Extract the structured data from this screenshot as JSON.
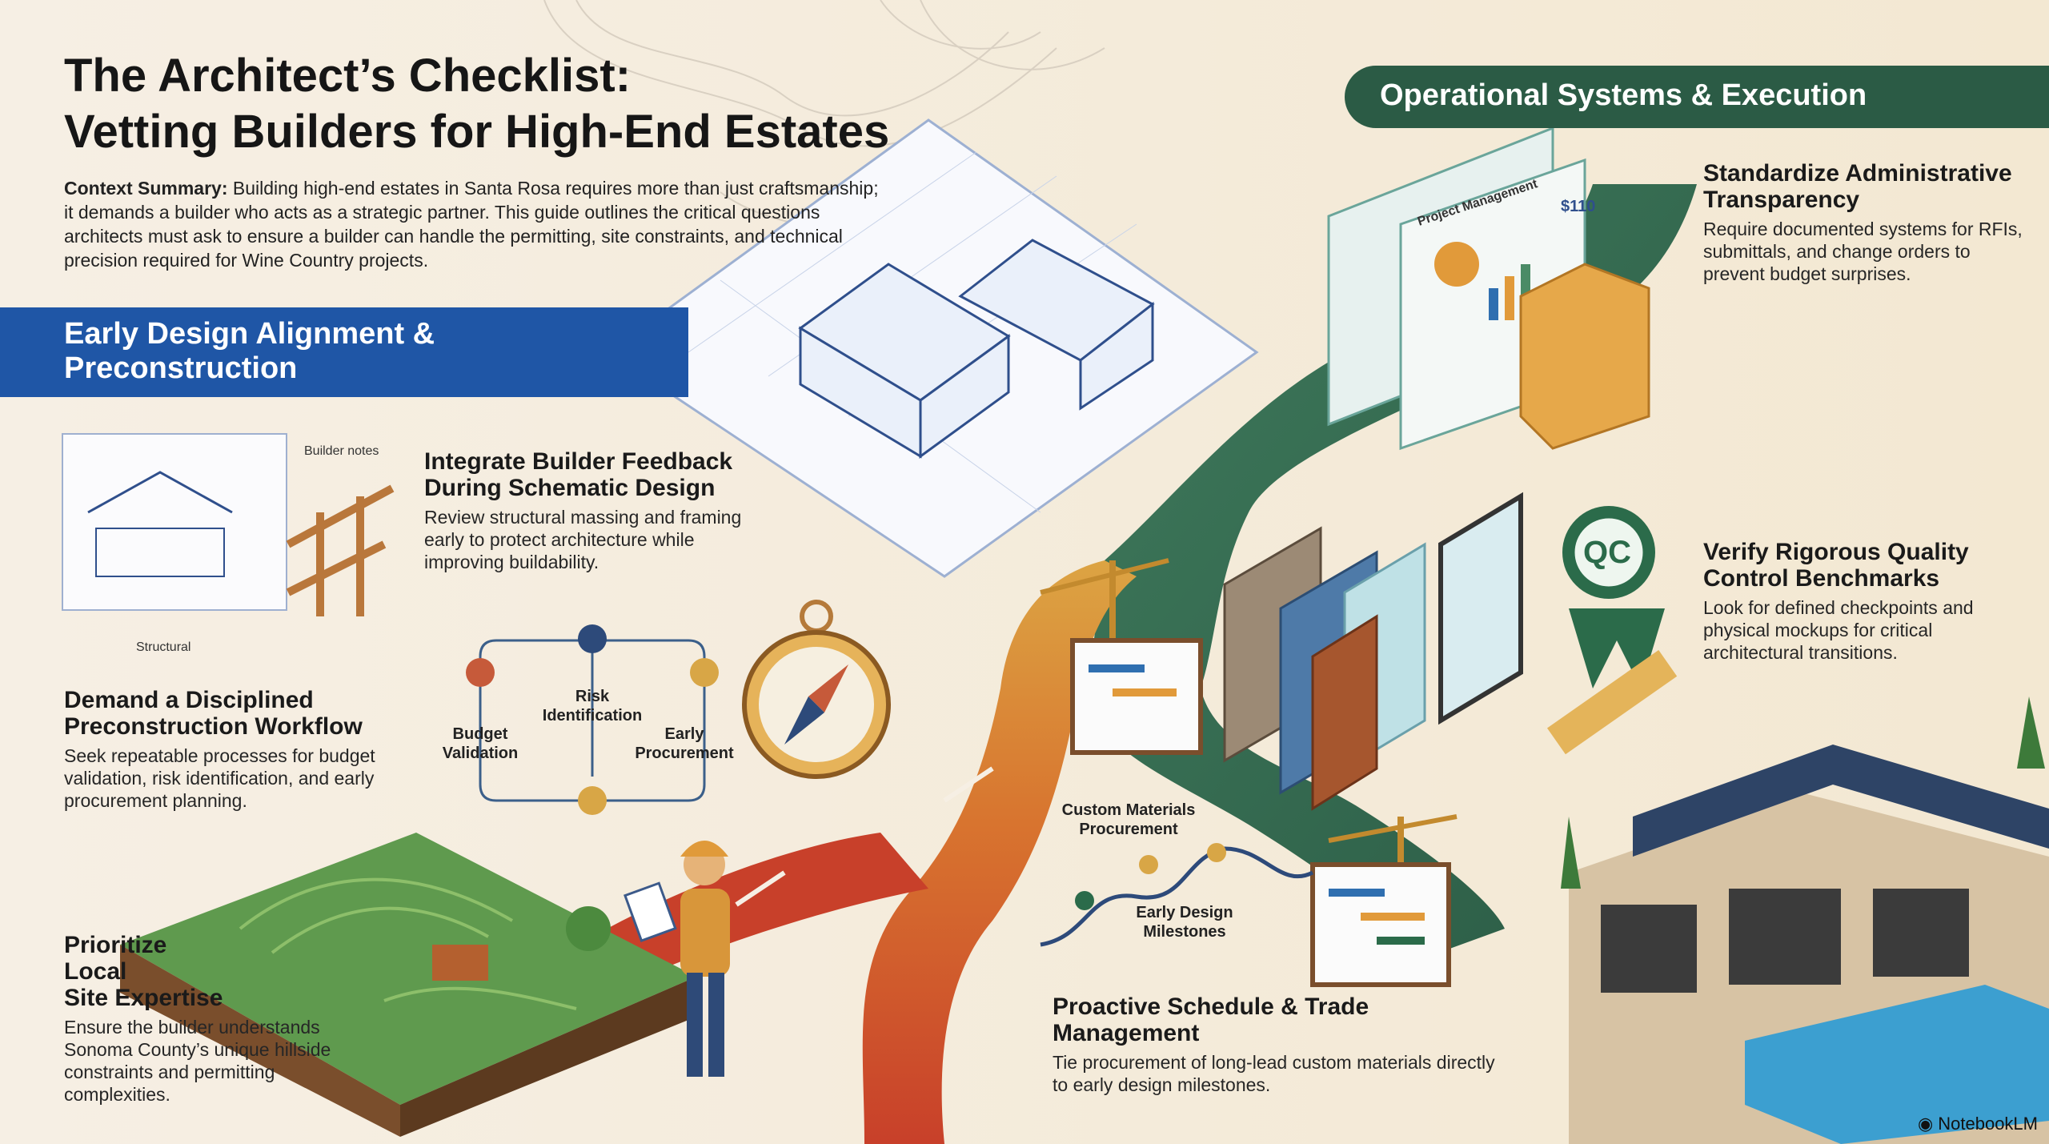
{
  "title": {
    "line1": "The Architect’s Checklist:",
    "line2": "Vetting Builders for High-End Estates"
  },
  "summary": {
    "label": "Context Summary:",
    "text": "Building high-end estates in Santa Rosa requires more than just craftsmanship; it demands a builder who acts as a strategic partner. This guide outlines the critical questions architects must ask to ensure a builder can handle the permitting, site constraints, and technical precision required for Wine Country projects."
  },
  "sections": {
    "early": "Early Design Alignment & Preconstruction",
    "operational": "Operational Systems & Execution"
  },
  "items": {
    "integrate": {
      "heading": "Integrate Builder Feedback During Schematic Design",
      "body": "Review structural massing and framing early to protect architecture while improving buildability."
    },
    "demand": {
      "heading": "Demand a Disciplined Preconstruction Workflow",
      "body": "Seek repeatable processes for budget validation, risk identification, and early procurement planning."
    },
    "prioritize": {
      "heading_l1": "Prioritize",
      "heading_l2": "Local",
      "heading_l3": "Site Expertise",
      "body": "Ensure the builder understands Sonoma County’s unique hillside constraints and permitting complexities."
    },
    "standardize": {
      "heading": "Standardize Administrative Transparency",
      "body": "Require documented systems for RFIs, submittals, and change orders to prevent budget surprises."
    },
    "verify": {
      "heading": "Verify Rigorous Quality Control Benchmarks",
      "body": "Look for defined checkpoints and physical mockups for critical architectural transitions."
    },
    "proactive": {
      "heading": "Proactive Schedule & Trade Management",
      "body": "Tie procurement of long-lead custom materials directly to early design milestones."
    }
  },
  "labels": {
    "builder_notes": "Builder notes",
    "structural": "Structural",
    "budget_validation": "Budget Validation",
    "risk_identification": "Risk Identification",
    "early_procurement": "Early Procurement",
    "custom_materials": "Custom Materials Procurement",
    "early_design_milestones": "Early Design Milestones",
    "project_management": "Project Management",
    "qc": "QC",
    "amount": "$110"
  },
  "footer": "NotebookLM",
  "colors": {
    "blue": "#1f56a6",
    "green": "#2b5b45",
    "orange_path": "#c8502b",
    "gold_path": "#d89a3a",
    "node_red": "#c65a3a",
    "node_navy": "#2d4a7a",
    "node_gold": "#d8a646"
  }
}
